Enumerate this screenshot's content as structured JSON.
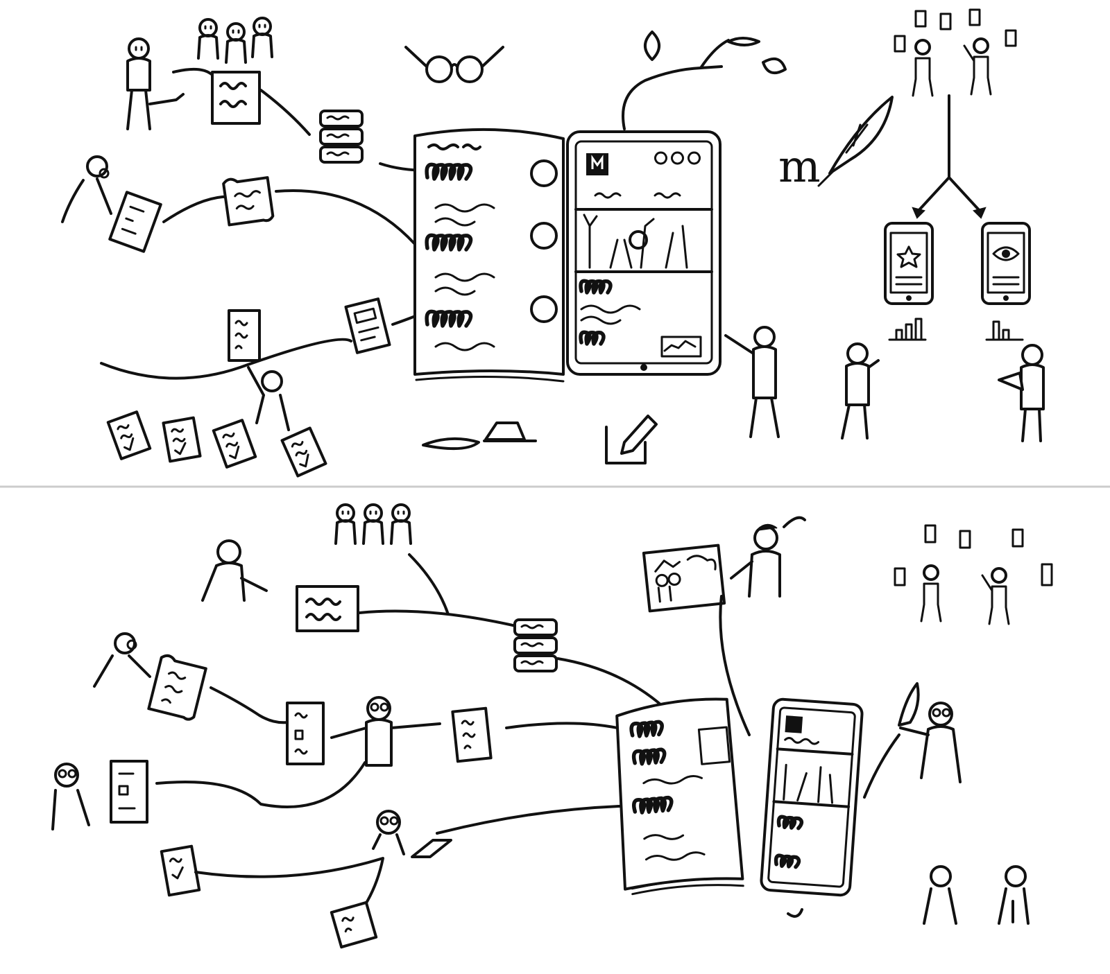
{
  "panels": [
    {
      "id": "top",
      "description_label": ""
    },
    {
      "id": "bottom",
      "description_label": ""
    }
  ],
  "glyphs": {
    "top_quill_letter": "m"
  },
  "colors": {
    "ink": "#111111",
    "paper": "#ffffff",
    "divider": "#cccccc"
  },
  "icons": [
    "person-icon",
    "glasses-icon",
    "document-icon",
    "chat-stack-icon",
    "scroll-icon",
    "book-icon",
    "tablet-icon",
    "sprout-icon",
    "quill-icon",
    "phone-icon",
    "bar-chart-icon",
    "pencil-edit-icon",
    "laptop-icon",
    "photo-frame-icon"
  ]
}
